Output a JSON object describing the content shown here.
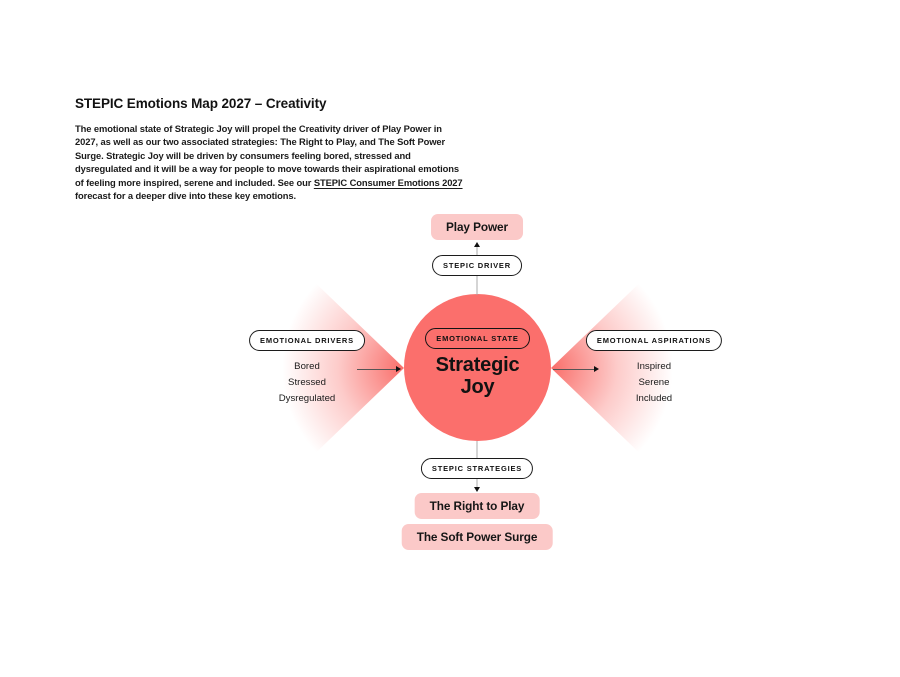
{
  "header": {
    "title": "STEPIC Emotions Map 2027 – Creativity",
    "intro_before_link": "The emotional state of Strategic Joy will propel the Creativity driver of Play Power in 2027, as well as our two associated strategies: The Right to Play, and The Soft Power Surge. Strategic Joy will be driven by consumers feeling bored, stressed and dysregulated and it will be a way for people to move towards their aspirational emotions of feeling more inspired, serene and included. See our ",
    "link_text": "STEPIC Consumer Emotions 2027",
    "intro_after_link": " forecast for a deeper dive into these key emotions."
  },
  "diagram": {
    "stepic_driver": {
      "tag": "STEPIC DRIVER",
      "target": "Play Power"
    },
    "emotional_state": {
      "tag": "EMOTIONAL STATE",
      "value": "Strategic Joy"
    },
    "emotional_drivers": {
      "tag": "EMOTIONAL DRIVERS",
      "items": [
        "Bored",
        "Stressed",
        "Dysregulated"
      ]
    },
    "emotional_aspirations": {
      "tag": "EMOTIONAL ASPIRATIONS",
      "items": [
        "Inspired",
        "Serene",
        "Included"
      ]
    },
    "stepic_strategies": {
      "tag": "STEPIC STRATEGIES",
      "items": [
        "The Right to Play",
        "The Soft Power Surge"
      ]
    }
  },
  "colors": {
    "coral": "#FB6F6C",
    "pink": "#FBC9C8",
    "beam": "#F8544F",
    "text": "#141414",
    "line-gray": "#ABABAB",
    "arrow-gray": "#555555"
  }
}
